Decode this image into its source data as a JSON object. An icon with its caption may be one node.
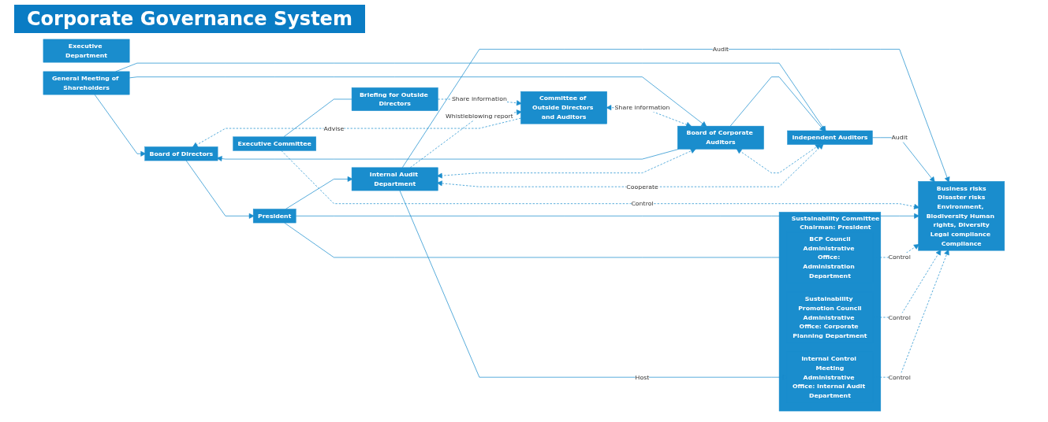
{
  "diagram": {
    "title": "Corporate Governance System",
    "nodes": [
      {
        "text": [
          "General Meeting of Shareholders"
        ]
      },
      {
        "text": [
          "Board of Directors"
        ]
      },
      {
        "text": [
          "Board of Corporate Auditors"
        ]
      },
      {
        "text": [
          "Executive Committee"
        ]
      },
      {
        "text": [
          "Briefing for Outside Directors"
        ]
      },
      {
        "text": [
          "Committee of Outside Directors and Auditors"
        ]
      },
      {
        "text": [
          "Independent Auditors"
        ]
      },
      {
        "text": [
          "President"
        ]
      },
      {
        "text": [
          "Sustainability Committee",
          "Chairman: President"
        ]
      },
      {
        "text": [
          "BCP Council",
          "Administrative Office: Administration Department"
        ],
        "in": 8
      },
      {
        "text": [
          "Sustainability Promotion Council",
          "Administrative Office: Corporate Planning Department"
        ],
        "in": 8
      },
      {
        "text": [
          "Internal Control Meeting",
          "Administrative Office: Internal Audit Department"
        ],
        "in": 8
      },
      {
        "text": [
          "Internal Audit Department"
        ]
      },
      {
        "text": [
          "Business risks",
          "Disaster risks",
          "Environment, Biodiversity Human rights, Diversity",
          "Legal compliance Compliance"
        ]
      },
      {
        "text": [
          "Executive Department"
        ]
      }
    ],
    "edges": [
      {
        "from": 0,
        "to": 1,
        "arrow": "to"
      },
      {
        "from": 0,
        "to": 2,
        "arrow": "to"
      },
      {
        "from": 0,
        "to": 6,
        "arrow": "to"
      },
      {
        "from": 2,
        "to": 1,
        "arrow": "to"
      },
      {
        "from": 5,
        "to": 1,
        "arrow": "to",
        "label": "Advise",
        "style": "dashed"
      },
      {
        "from": 1,
        "to": 7,
        "arrow": "to"
      },
      {
        "from": 3,
        "to": 4,
        "arrow": "none"
      },
      {
        "from": 4,
        "to": 5,
        "arrow": "to",
        "label": "Share information",
        "style": "dashed"
      },
      {
        "from": 5,
        "to": 2,
        "arrow": "both",
        "label": "Share information",
        "style": "dashed"
      },
      {
        "from": 12,
        "to": 5,
        "arrow": "to",
        "label": "Whistleblowing report",
        "style": "dashed"
      },
      {
        "from": 2,
        "to": 12,
        "arrow": "both",
        "style": "dashed"
      },
      {
        "from": 2,
        "to": 6,
        "arrow": "both",
        "style": "dashed"
      },
      {
        "from": 6,
        "to": 12,
        "arrow": "both",
        "label": "Cooperate",
        "style": "dashed"
      },
      {
        "from": 2,
        "to": 6,
        "arrow": "to"
      },
      {
        "from": 7,
        "to": 8,
        "arrow": "none"
      },
      {
        "from": 7,
        "to": 12,
        "arrow": "to"
      },
      {
        "from": 12,
        "to": 11,
        "arrow": "to",
        "label": "Host"
      },
      {
        "from": 12,
        "to": 13,
        "arrow": "to",
        "label": "Audit"
      },
      {
        "from": 6,
        "to": 13,
        "arrow": "to",
        "label": "Audit"
      },
      {
        "from": 3,
        "to": 13,
        "arrow": "to",
        "label": "Control",
        "style": "dashed"
      },
      {
        "from": 7,
        "to": 13,
        "arrow": "to"
      },
      {
        "from": 9,
        "to": 13,
        "arrow": "to",
        "label": "Control",
        "style": "dashed"
      },
      {
        "from": 10,
        "to": 13,
        "arrow": "to",
        "label": "Control",
        "style": "dashed"
      },
      {
        "from": 11,
        "to": 13,
        "arrow": "to",
        "label": "Control",
        "style": "dashed"
      }
    ]
  }
}
